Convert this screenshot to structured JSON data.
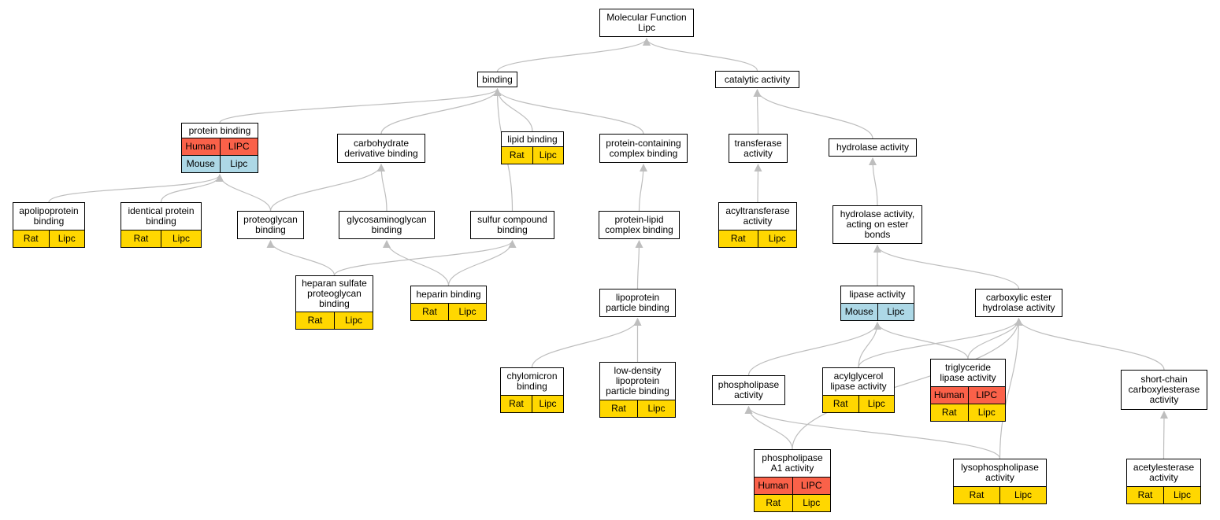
{
  "colors": {
    "human": "#FA6149",
    "mouse": "#ADD8E6",
    "rat": "#FFD700",
    "edge": "#BEBEBE",
    "border": "#000000",
    "background": "#FFFFFF"
  },
  "nodes": {
    "molecular_function": {
      "lines": [
        "Molecular Function",
        "Lipc"
      ],
      "orthologs": []
    },
    "binding": {
      "lines": [
        "binding"
      ],
      "orthologs": []
    },
    "catalytic_activity": {
      "lines": [
        "catalytic activity"
      ],
      "orthologs": []
    },
    "protein_binding": {
      "lines": [
        "protein binding"
      ],
      "orthologs": [
        {
          "species": "Human",
          "gene": "LIPC"
        },
        {
          "species": "Mouse",
          "gene": "Lipc"
        }
      ]
    },
    "carbohydrate_derivative_binding": {
      "lines": [
        "carbohydrate",
        "derivative binding"
      ],
      "orthologs": []
    },
    "lipid_binding": {
      "lines": [
        "lipid binding"
      ],
      "orthologs": [
        {
          "species": "Rat",
          "gene": "Lipc"
        }
      ]
    },
    "protein_containing_complex_binding": {
      "lines": [
        "protein-containing",
        "complex binding"
      ],
      "orthologs": []
    },
    "transferase_activity": {
      "lines": [
        "transferase",
        "activity"
      ],
      "orthologs": []
    },
    "hydrolase_activity": {
      "lines": [
        "hydrolase activity"
      ],
      "orthologs": []
    },
    "apolipoprotein_binding": {
      "lines": [
        "apolipoprotein",
        "binding"
      ],
      "orthologs": [
        {
          "species": "Rat",
          "gene": "Lipc"
        }
      ]
    },
    "identical_protein_binding": {
      "lines": [
        "identical protein",
        "binding"
      ],
      "orthologs": [
        {
          "species": "Rat",
          "gene": "Lipc"
        }
      ]
    },
    "proteoglycan_binding": {
      "lines": [
        "proteoglycan",
        "binding"
      ],
      "orthologs": []
    },
    "glycosaminoglycan_binding": {
      "lines": [
        "glycosaminoglycan",
        "binding"
      ],
      "orthologs": []
    },
    "sulfur_compound_binding": {
      "lines": [
        "sulfur compound",
        "binding"
      ],
      "orthologs": []
    },
    "protein_lipid_complex_binding": {
      "lines": [
        "protein-lipid",
        "complex binding"
      ],
      "orthologs": []
    },
    "acyltransferase_activity": {
      "lines": [
        "acyltransferase",
        "activity"
      ],
      "orthologs": [
        {
          "species": "Rat",
          "gene": "Lipc"
        }
      ]
    },
    "hydrolase_activity_ester": {
      "lines": [
        "hydrolase activity,",
        "acting on ester",
        "bonds"
      ],
      "orthologs": []
    },
    "heparan_sulfate_proteoglycan_binding": {
      "lines": [
        "heparan sulfate",
        "proteoglycan",
        "binding"
      ],
      "orthologs": [
        {
          "species": "Rat",
          "gene": "Lipc"
        }
      ]
    },
    "heparin_binding": {
      "lines": [
        "heparin binding"
      ],
      "orthologs": [
        {
          "species": "Rat",
          "gene": "Lipc"
        }
      ]
    },
    "lipoprotein_particle_binding": {
      "lines": [
        "lipoprotein",
        "particle binding"
      ],
      "orthologs": []
    },
    "lipase_activity": {
      "lines": [
        "lipase activity"
      ],
      "orthologs": [
        {
          "species": "Mouse",
          "gene": "Lipc"
        }
      ]
    },
    "carboxylic_ester_hydrolase_activity": {
      "lines": [
        "carboxylic ester",
        "hydrolase activity"
      ],
      "orthologs": []
    },
    "chylomicron_binding": {
      "lines": [
        "chylomicron",
        "binding"
      ],
      "orthologs": [
        {
          "species": "Rat",
          "gene": "Lipc"
        }
      ]
    },
    "ldl_particle_binding": {
      "lines": [
        "low-density",
        "lipoprotein",
        "particle binding"
      ],
      "orthologs": [
        {
          "species": "Rat",
          "gene": "Lipc"
        }
      ]
    },
    "phospholipase_activity": {
      "lines": [
        "phospholipase",
        "activity"
      ],
      "orthologs": []
    },
    "acylglycerol_lipase_activity": {
      "lines": [
        "acylglycerol",
        "lipase activity"
      ],
      "orthologs": [
        {
          "species": "Rat",
          "gene": "Lipc"
        }
      ]
    },
    "triglyceride_lipase_activity": {
      "lines": [
        "triglyceride",
        "lipase activity"
      ],
      "orthologs": [
        {
          "species": "Human",
          "gene": "LIPC"
        },
        {
          "species": "Rat",
          "gene": "Lipc"
        }
      ]
    },
    "short_chain_carboxylesterase_activity": {
      "lines": [
        "short-chain",
        "carboxylesterase",
        "activity"
      ],
      "orthologs": []
    },
    "phospholipase_a1_activity": {
      "lines": [
        "phospholipase",
        "A1 activity"
      ],
      "orthologs": [
        {
          "species": "Human",
          "gene": "LIPC"
        },
        {
          "species": "Rat",
          "gene": "Lipc"
        }
      ]
    },
    "lysophospholipase_activity": {
      "lines": [
        "lysophospholipase",
        "activity"
      ],
      "orthologs": [
        {
          "species": "Rat",
          "gene": "Lipc"
        }
      ]
    },
    "acetylesterase_activity": {
      "lines": [
        "acetylesterase",
        "activity"
      ],
      "orthologs": [
        {
          "species": "Rat",
          "gene": "Lipc"
        }
      ]
    }
  },
  "edges": [
    {
      "from": "binding",
      "to": "molecular_function"
    },
    {
      "from": "catalytic_activity",
      "to": "molecular_function"
    },
    {
      "from": "protein_binding",
      "to": "binding"
    },
    {
      "from": "carbohydrate_derivative_binding",
      "to": "binding"
    },
    {
      "from": "lipid_binding",
      "to": "binding"
    },
    {
      "from": "sulfur_compound_binding",
      "to": "binding"
    },
    {
      "from": "protein_containing_complex_binding",
      "to": "binding"
    },
    {
      "from": "transferase_activity",
      "to": "catalytic_activity"
    },
    {
      "from": "hydrolase_activity",
      "to": "catalytic_activity"
    },
    {
      "from": "apolipoprotein_binding",
      "to": "protein_binding"
    },
    {
      "from": "identical_protein_binding",
      "to": "protein_binding"
    },
    {
      "from": "proteoglycan_binding",
      "to": "protein_binding"
    },
    {
      "from": "proteoglycan_binding",
      "to": "carbohydrate_derivative_binding"
    },
    {
      "from": "glycosaminoglycan_binding",
      "to": "carbohydrate_derivative_binding"
    },
    {
      "from": "protein_lipid_complex_binding",
      "to": "protein_containing_complex_binding"
    },
    {
      "from": "acyltransferase_activity",
      "to": "transferase_activity"
    },
    {
      "from": "hydrolase_activity_ester",
      "to": "hydrolase_activity"
    },
    {
      "from": "heparan_sulfate_proteoglycan_binding",
      "to": "proteoglycan_binding"
    },
    {
      "from": "heparan_sulfate_proteoglycan_binding",
      "to": "sulfur_compound_binding"
    },
    {
      "from": "heparin_binding",
      "to": "glycosaminoglycan_binding"
    },
    {
      "from": "heparin_binding",
      "to": "sulfur_compound_binding"
    },
    {
      "from": "lipoprotein_particle_binding",
      "to": "protein_lipid_complex_binding"
    },
    {
      "from": "lipase_activity",
      "to": "hydrolase_activity_ester"
    },
    {
      "from": "carboxylic_ester_hydrolase_activity",
      "to": "hydrolase_activity_ester"
    },
    {
      "from": "chylomicron_binding",
      "to": "lipoprotein_particle_binding"
    },
    {
      "from": "ldl_particle_binding",
      "to": "lipoprotein_particle_binding"
    },
    {
      "from": "phospholipase_activity",
      "to": "lipase_activity"
    },
    {
      "from": "acylglycerol_lipase_activity",
      "to": "lipase_activity"
    },
    {
      "from": "acylglycerol_lipase_activity",
      "to": "carboxylic_ester_hydrolase_activity"
    },
    {
      "from": "triglyceride_lipase_activity",
      "to": "lipase_activity"
    },
    {
      "from": "triglyceride_lipase_activity",
      "to": "carboxylic_ester_hydrolase_activity"
    },
    {
      "from": "short_chain_carboxylesterase_activity",
      "to": "carboxylic_ester_hydrolase_activity"
    },
    {
      "from": "phospholipase_a1_activity",
      "to": "phospholipase_activity"
    },
    {
      "from": "phospholipase_a1_activity",
      "to": "carboxylic_ester_hydrolase_activity"
    },
    {
      "from": "lysophospholipase_activity",
      "to": "phospholipase_activity"
    },
    {
      "from": "lysophospholipase_activity",
      "to": "carboxylic_ester_hydrolase_activity"
    },
    {
      "from": "acetylesterase_activity",
      "to": "short_chain_carboxylesterase_activity"
    }
  ]
}
